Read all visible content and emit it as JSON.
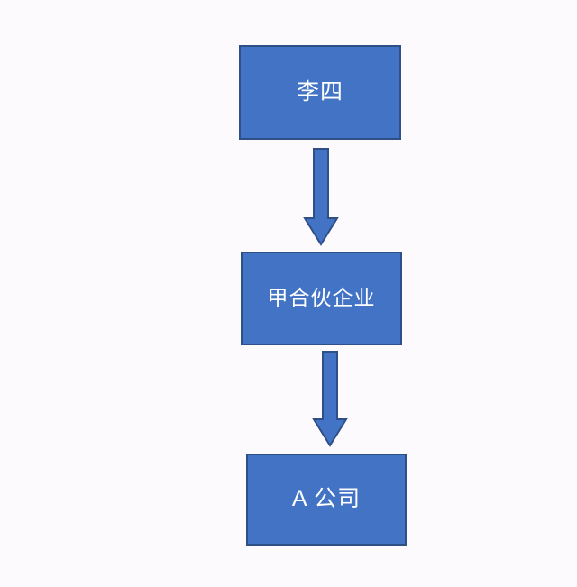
{
  "diagram": {
    "type": "flowchart",
    "orientation": "vertical-top-down",
    "background_color": "#fcfafc",
    "node_fill_color": "#4273c5",
    "node_border_color": "#2f4f87",
    "node_text_color": "#ffffff",
    "nodes": [
      {
        "id": "lisi",
        "label": "李四",
        "shape": "rectangle"
      },
      {
        "id": "partnership",
        "label": "甲合伙企业",
        "shape": "rectangle"
      },
      {
        "id": "company-a",
        "label": "A 公司",
        "shape": "rectangle"
      }
    ],
    "connectors": [
      {
        "id": "lisi-to-partnership",
        "from": "lisi",
        "to": "partnership",
        "shape": "block-arrow",
        "direction": "down"
      },
      {
        "id": "partnership-to-company",
        "from": "partnership",
        "to": "company-a",
        "shape": "block-arrow",
        "direction": "down"
      }
    ]
  }
}
